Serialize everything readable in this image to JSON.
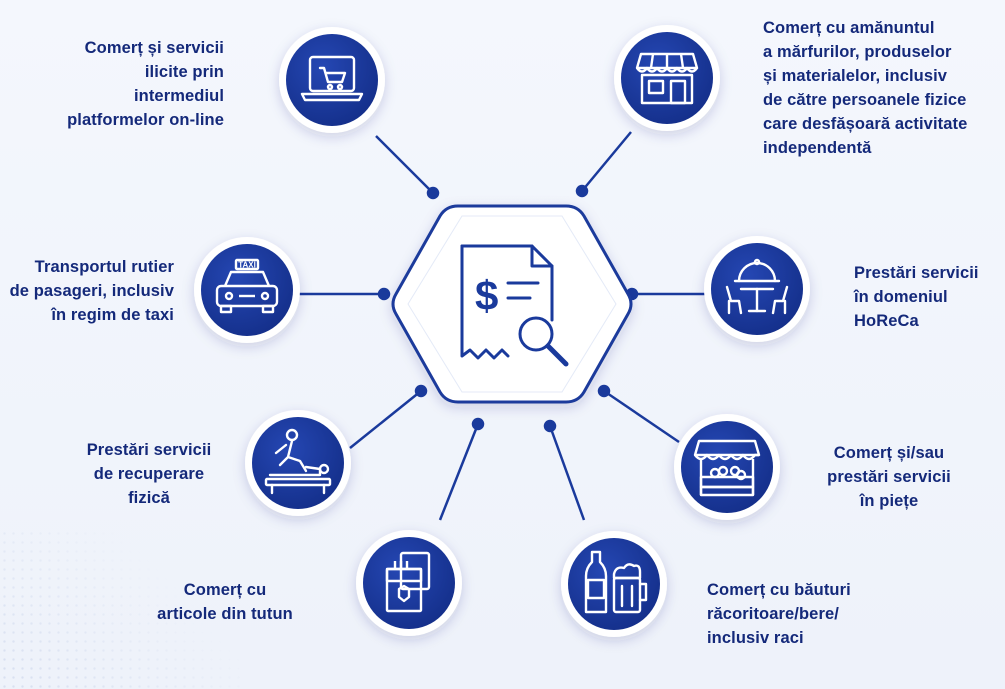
{
  "hub": {
    "icon": "receipt-dollar-magnifier-icon"
  },
  "colors": {
    "primary": "#1a3a9c",
    "text": "#14297a",
    "background": "#f4f7fd"
  },
  "nodes": [
    {
      "id": "online",
      "icon": "laptop-cart-icon",
      "label": "Comerț și servicii\nilicite prin\nintermediul\nplatformelor on-line"
    },
    {
      "id": "retail",
      "icon": "storefront-icon",
      "label": "Comerț cu amănuntul\na mărfurilor, produselor\nși materialelor, inclusiv\nde către persoanele fizice\ncare desfășoară activitate\nindependentă"
    },
    {
      "id": "taxi",
      "icon": "taxi-icon",
      "label": "Transportul rutier\nde pasageri, inclusiv\nîn regim de taxi"
    },
    {
      "id": "horeca",
      "icon": "restaurant-cloche-icon",
      "label": "Prestări servicii\nîn domeniul\nHoReCa"
    },
    {
      "id": "recovery",
      "icon": "massage-therapy-icon",
      "label": "Prestări servicii\nde recuperare\nfizică"
    },
    {
      "id": "markets",
      "icon": "market-stall-icon",
      "label": "Comerț și/sau\nprestări servicii\nîn piețe"
    },
    {
      "id": "tobacco",
      "icon": "cigarette-pack-icon",
      "label": "Comerț cu\narticole din tutun"
    },
    {
      "id": "beverages",
      "icon": "bottle-beer-mug-icon",
      "label": "Comerț cu băuturi\nrăcoritoare/bere/\ninclusiv raci"
    }
  ]
}
